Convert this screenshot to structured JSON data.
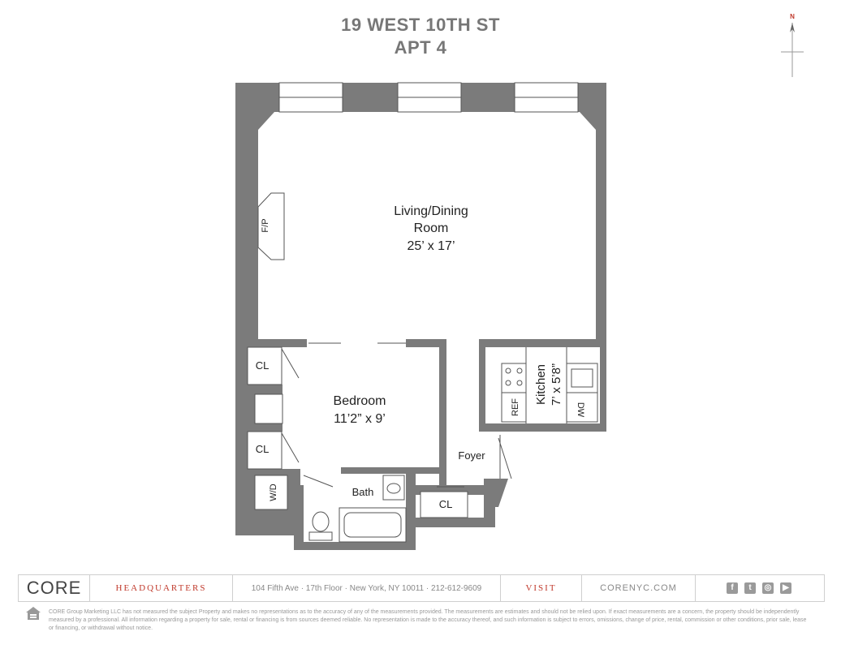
{
  "header": {
    "address": "19 WEST 10TH ST",
    "unit": "APT 4",
    "compass": "N"
  },
  "rooms": {
    "living_line1": "Living/Dining",
    "living_line2": "Room",
    "living_dims": "25’ x 17’",
    "fireplace": "F/P",
    "bedroom": "Bedroom",
    "bedroom_dims": "11’2” x 9’",
    "closet": "CL",
    "washer_dryer": "W/D",
    "bath": "Bath",
    "foyer": "Foyer",
    "kitchen": "Kitchen",
    "kitchen_dims": "7’ x 5’8”",
    "refrigerator": "REF",
    "dishwasher": "DW"
  },
  "footer": {
    "logo": "CORE",
    "headquarters_label": "HEADQUARTERS",
    "address": "104 Fifth Ave · 17th Floor · New York, NY 10011 · 212-612-9609",
    "visit_label": "VISIT",
    "website": "CORENYC.COM",
    "social_icons": [
      "facebook-icon",
      "twitter-icon",
      "instagram-icon",
      "youtube-icon"
    ],
    "disclaimer": "CORE Group Marketing LLC has not measured the subject Property and makes no representations as to the accuracy of any of the measurements provided. The measurements are estimates and should not be relied upon. If exact measurements are a concern, the property should be independently measured by a professional. All information regarding a property for sale, rental or financing is from sources deemed reliable. No representation is made to the accuracy thereof, and such information is subject to errors, omissions, change of price, rental, commission or other conditions, prior sale, lease or financing, or withdrawal without notice.",
    "accent_color": "#c0392b"
  },
  "colors": {
    "wall": "#7b7b7b",
    "fixture": "#555555"
  }
}
